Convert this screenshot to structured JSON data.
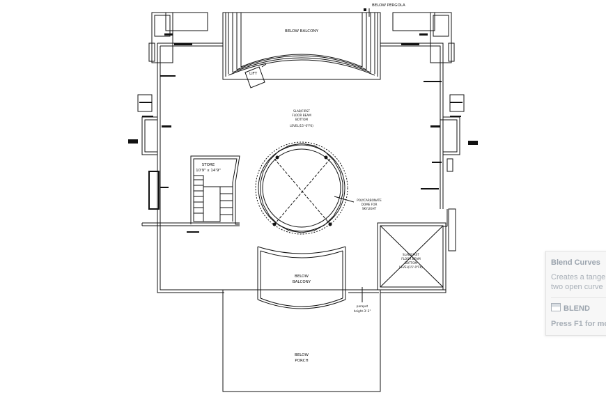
{
  "labels": {
    "below_pergola": "BELOW PERGOLA",
    "below_balcony_top": "BELOW BALCONY",
    "lift": "LIFT",
    "slab_center_1": "SLAB/FIRST",
    "slab_center_2": "FLOOR BEAM",
    "slab_center_3": "BOTTOM",
    "slab_center_4": "LEVEL(15'-0\"FK)",
    "store_1": "STORE",
    "store_2": "10'9\" x 14'9\"",
    "dome_1": "POLYCARBONATE",
    "dome_2": "DOME FOR",
    "dome_3": "SKYLIGHT",
    "slab_right_1": "SLAB/FIRST",
    "slab_right_2": "FLOOR BEAM",
    "slab_right_3": "BOTTOM",
    "slab_right_4": "LEVEL(15'-0\"FK)",
    "below_balcony_bottom_1": "BELOW",
    "below_balcony_bottom_2": "BALCONY",
    "parapet_1": "parapet",
    "parapet_2": "height-3'-3\"",
    "porch_1": "BELOW",
    "porch_2": "PORCH"
  },
  "tooltip": {
    "title": "Blend Curves",
    "desc_line1": "Creates a tange",
    "desc_line2": "two open curve",
    "command": "BLEND",
    "help": "Press F1 for mo"
  },
  "colors": {
    "line": "#111111",
    "background": "#ffffff"
  }
}
